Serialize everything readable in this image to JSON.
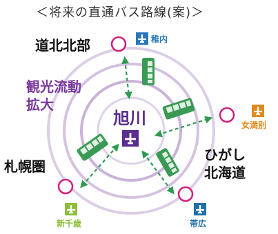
{
  "title": "＜将来の直通バス路線(案)＞",
  "center_label": "旭川",
  "center_note_line1": "観光流動",
  "center_note_line2": "拡大",
  "regions": {
    "north": "道北北部",
    "west": "札幌圏",
    "east_line1": "ひがし",
    "east_line2": "北海道"
  },
  "airports": {
    "wakkanai": "稚内",
    "memanbetsu": "女満別",
    "new_chitose": "新千歳",
    "obihiro": "帯広"
  },
  "colors": {
    "ring": "#c9b3d8",
    "route_arrow": "#2e9a52",
    "bus": "#3a9a55",
    "region_circle": "#d11f7a",
    "center_plane": "#5a2d8e",
    "wakkanai": "#2a78b8",
    "memanbetsu": "#e08a1e",
    "new_chitose": "#8bbf3a",
    "obihiro": "#1f6fa8"
  }
}
